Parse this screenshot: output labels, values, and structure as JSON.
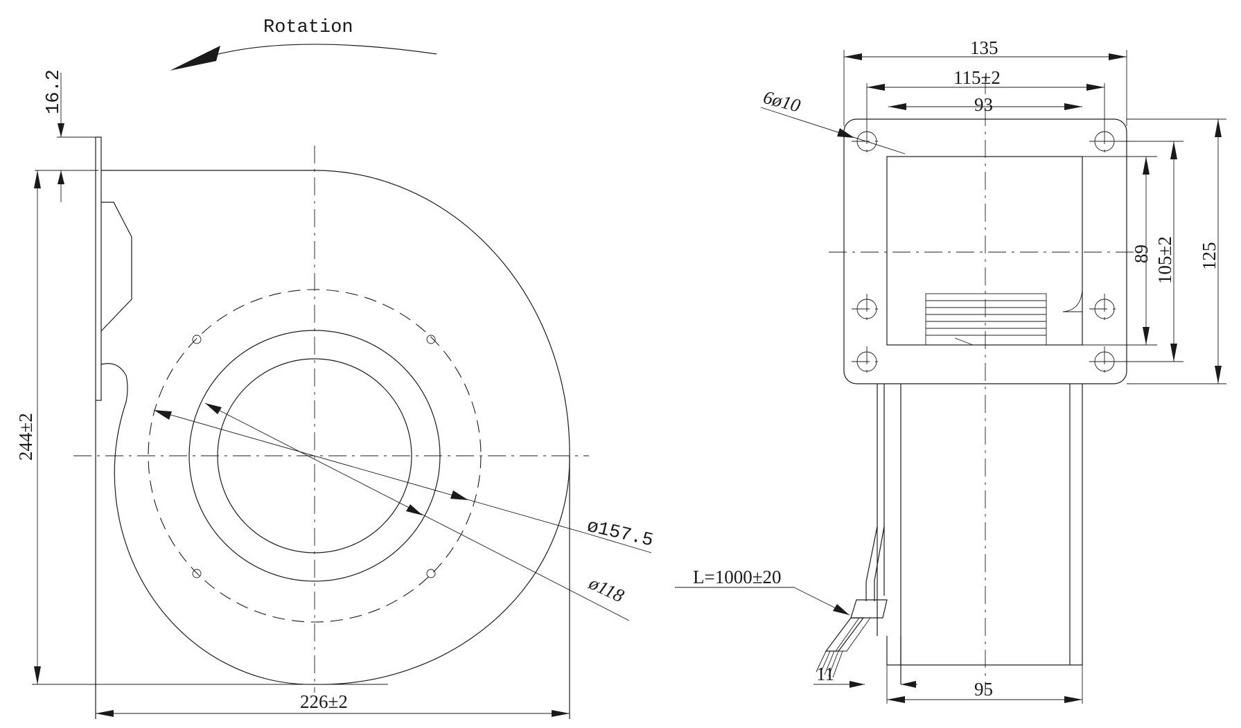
{
  "labels": {
    "rotation": "Rotation",
    "dim_16_2": "16.2",
    "dim_244": "244±2",
    "dim_226": "226±2",
    "dim_157_5": "ø157.5",
    "dim_118": "ø118",
    "dim_135": "135",
    "dim_115": "115±2",
    "dim_93": "93",
    "holes": "6ø10",
    "dim_89": "89",
    "dim_105": "105±2",
    "dim_125": "125",
    "cable": "L=1000±20",
    "dim_11": "11",
    "dim_95": "95"
  }
}
